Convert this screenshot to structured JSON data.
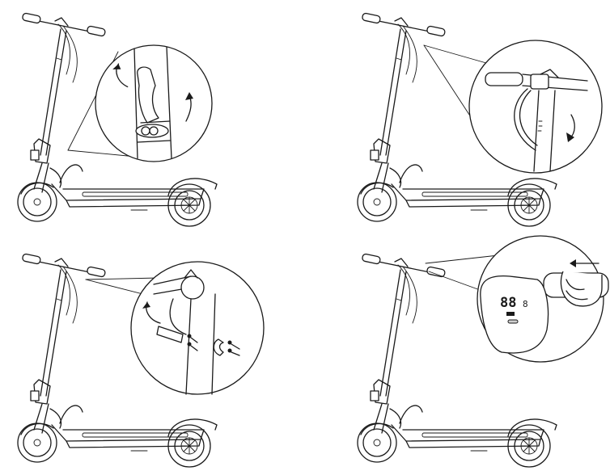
{
  "panels": [
    {
      "id": "step-1",
      "description_name": "fold-latch-release"
    },
    {
      "id": "step-2",
      "description_name": "brake-cable-routing"
    },
    {
      "id": "step-3",
      "description_name": "handlebar-screw-assembly"
    },
    {
      "id": "step-4",
      "description_name": "power-on-display"
    }
  ],
  "display": {
    "speed_digits": "88",
    "side_digit": "8"
  },
  "icons": [
    "rotate-arrow-icon",
    "down-arrow-icon",
    "left-arrow-icon",
    "screw-icon"
  ],
  "colors": {
    "line": "#1a1a1a",
    "background": "#ffffff"
  }
}
